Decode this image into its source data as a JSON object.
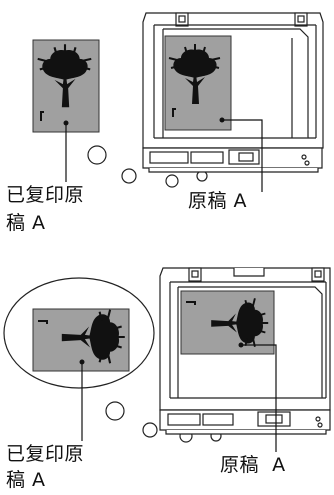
{
  "diagrams": [
    {
      "copy_label_line1": "已复印原",
      "copy_label_line2": "稿 A",
      "original_label": "原稿 A"
    },
    {
      "copy_label_line1": "已复印原",
      "copy_label_line2": "稿 A",
      "original_label": "原稿  A"
    }
  ],
  "colors": {
    "paper_gray": "#a0a0a0",
    "line": "#222222",
    "scanner_body": "#ffffff"
  },
  "icons": {
    "tree": "tree-icon",
    "orientation_mark": "corner-mark-icon"
  }
}
